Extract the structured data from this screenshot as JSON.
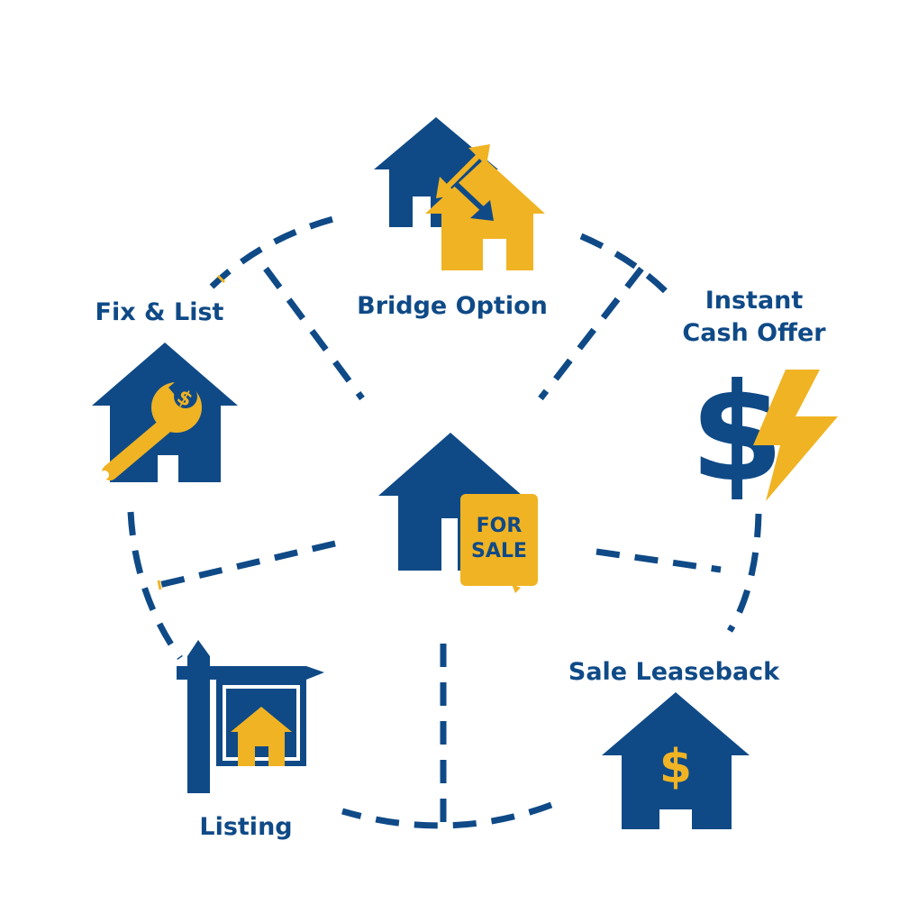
{
  "colors": {
    "navy": "#0f4a87",
    "gold": "#f0b323",
    "background": "#ffffff"
  },
  "center": {
    "icon": "house-for-sale-icon",
    "sign_line1": "FOR",
    "sign_line2": "SALE"
  },
  "options": [
    {
      "id": "bridge",
      "label": "Bridge Option",
      "icon": "bridge-houses-icon"
    },
    {
      "id": "instant",
      "label_line1": "Instant",
      "label_line2": "Cash Offer",
      "icon": "dollar-lightning-icon",
      "symbol": "$"
    },
    {
      "id": "leaseback",
      "label": "Sale Leaseback",
      "icon": "house-dollar-icon",
      "symbol": "$"
    },
    {
      "id": "listing",
      "label": "Listing",
      "icon": "listing-sign-icon"
    },
    {
      "id": "fixlist",
      "label": "Fix & List",
      "icon": "house-wrench-icon",
      "symbol": "$"
    }
  ]
}
